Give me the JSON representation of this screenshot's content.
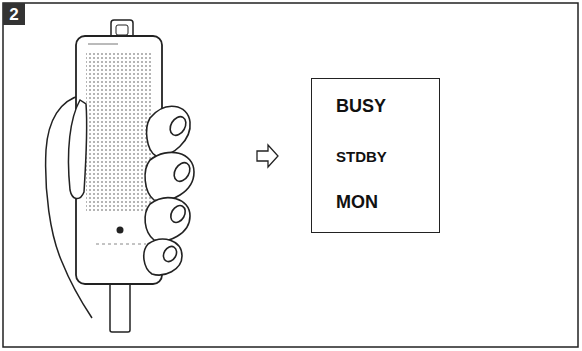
{
  "diagram": {
    "nodes": [
      {
        "text": [
          "2"
        ]
      },
      {
        "text": [
          "BUSY",
          "STDBY",
          "MON"
        ]
      }
    ]
  }
}
